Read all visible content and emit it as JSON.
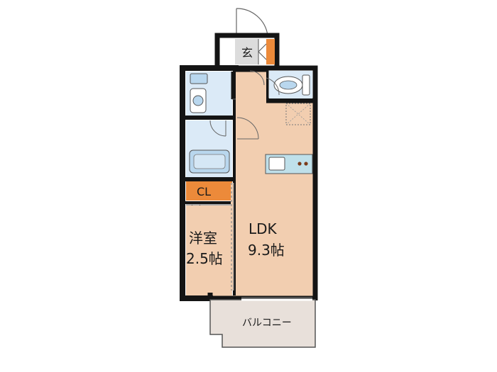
{
  "rooms": {
    "genkan": {
      "label": "玄"
    },
    "closet": {
      "label": "CL"
    },
    "western_room": {
      "name": "洋室",
      "size": "2.5帖"
    },
    "ldk": {
      "name": "LDK",
      "size": "9.3帖"
    },
    "balcony": {
      "label": "バルコニー"
    }
  },
  "colors": {
    "wall": "#141414",
    "floor_ldk": "#f2ceb0",
    "wet_area": "#dbeaf7",
    "closet": "#ec8a3a",
    "balcony": "#e8e0da",
    "genkan_floor": "#dcdcdc"
  }
}
